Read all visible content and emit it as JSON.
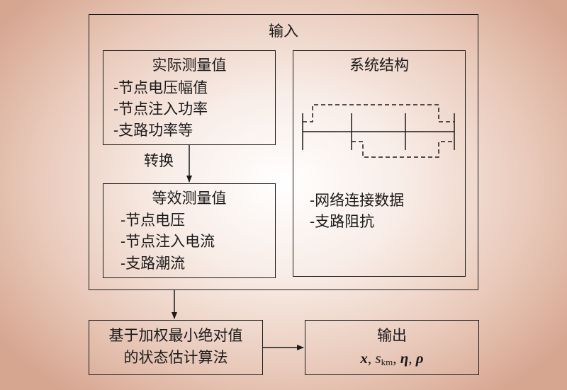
{
  "input_block": {
    "title": "输入",
    "actual_measurements": {
      "title": "实际测量值",
      "items": [
        "-节点电压幅值",
        "-节点注入功率",
        "-支路功率等"
      ]
    },
    "convert_label": "转换",
    "equivalent_measurements": {
      "title": "等效测量值",
      "items": [
        "-节点电压",
        "-节点注入电流",
        "-支路潮流"
      ]
    },
    "system_structure": {
      "title": "系统结构",
      "items": [
        "-网络连接数据",
        "-支路阻抗"
      ]
    }
  },
  "algorithm_block": {
    "lines": [
      "基于加权最小绝对值",
      "的状态估计算法"
    ]
  },
  "output_block": {
    "title": "输出",
    "formula": {
      "x": "x",
      "s": "s",
      "s_sub": "km",
      "eta": "η",
      "rho": "ρ",
      "sep": ", "
    }
  }
}
